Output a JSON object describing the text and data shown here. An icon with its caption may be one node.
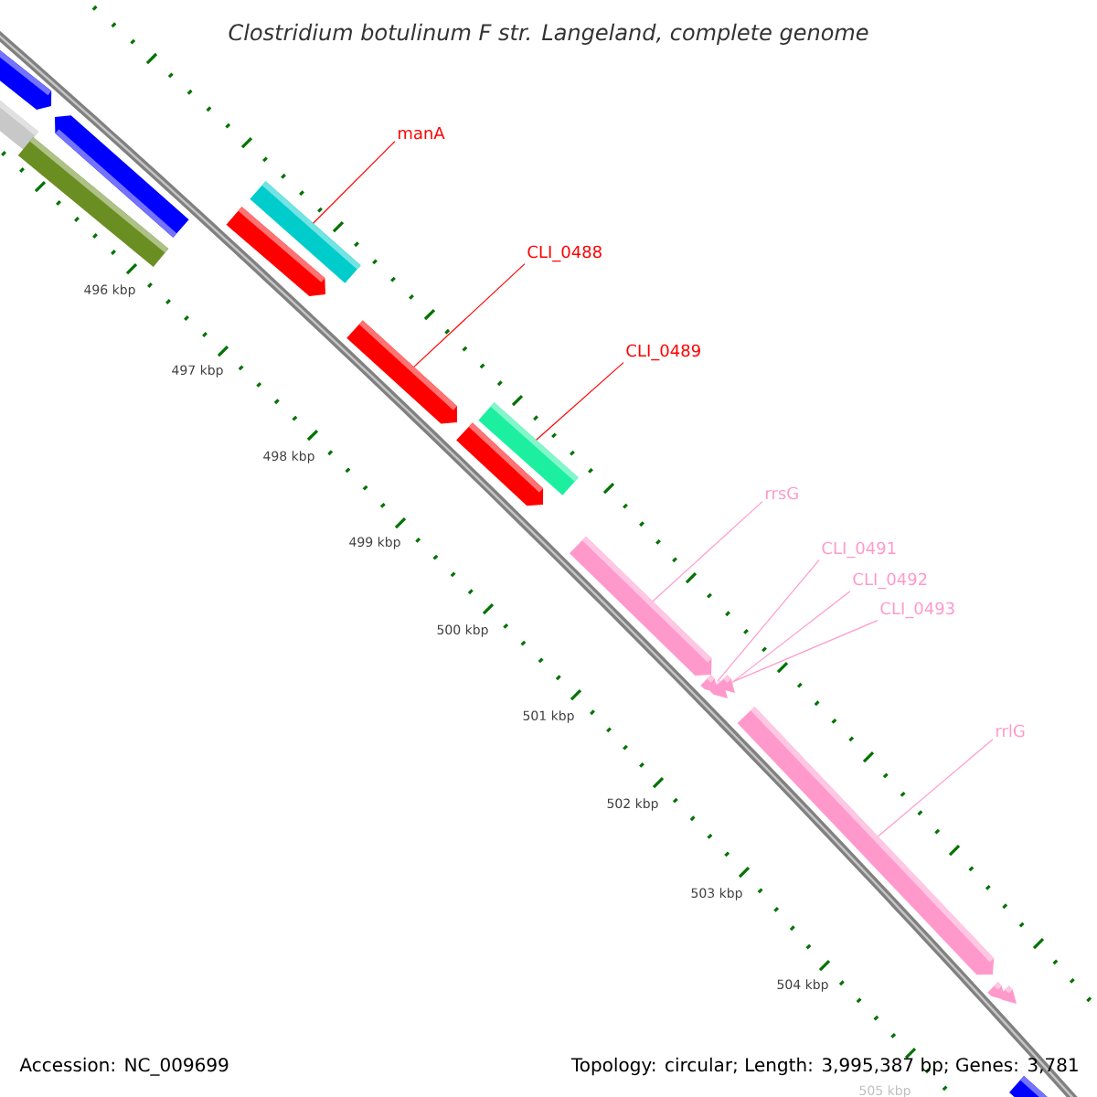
{
  "diagram": {
    "title": "Clostridium botulinum F str. Langeland, complete genome",
    "nodes": [
      {
        "text": [],
        "shape": "bar"
      },
      {
        "text": [],
        "shape": "bar"
      },
      {
        "text": [],
        "shape": "bar"
      },
      {
        "text": [],
        "shape": "bar"
      },
      {
        "text": [],
        "shape": "bar"
      },
      {
        "text": [],
        "shape": "bar"
      },
      {
        "text": [],
        "shape": "bar"
      },
      {
        "text": [],
        "shape": "bar"
      },
      {
        "text": [],
        "shape": "bar"
      },
      {
        "text": [],
        "shape": "bar"
      },
      {
        "text": [],
        "shape": "bar"
      },
      {
        "text": [],
        "shape": "bar"
      },
      {
        "text": [],
        "shape": "bar"
      },
      {
        "text": [],
        "shape": "bar"
      },
      {
        "text": [],
        "shape": "bar"
      },
      {
        "text": [],
        "shape": "bar"
      },
      {
        "text": [],
        "shape": "bar"
      },
      {
        "text": [
          "manA"
        ]
      },
      {
        "text": [
          "CLI_0488"
        ]
      },
      {
        "text": [
          "CLI_0489"
        ]
      },
      {
        "text": [
          "rrsG"
        ]
      },
      {
        "text": [
          "CLI_0491"
        ]
      },
      {
        "text": [
          "CLI_0492"
        ]
      },
      {
        "text": [
          "CLI_0493"
        ]
      },
      {
        "text": [
          "rrlG"
        ]
      }
    ],
    "edges": [
      {
        "from": 17,
        "to": 4,
        "arrow": "none",
        "color": "#ff0000"
      },
      {
        "from": 18,
        "to": 6,
        "arrow": "none",
        "color": "#ff0000"
      },
      {
        "from": 19,
        "to": 7,
        "arrow": "none",
        "color": "#ff0000"
      },
      {
        "from": 20,
        "to": 9,
        "arrow": "none"
      },
      {
        "from": 21,
        "to": 10,
        "arrow": "none"
      },
      {
        "from": 22,
        "to": 11,
        "arrow": "none"
      },
      {
        "from": 23,
        "to": 12,
        "arrow": "none"
      },
      {
        "from": 24,
        "to": 13,
        "arrow": "none"
      }
    ],
    "labels": [
      "496 kbp",
      "497 kbp",
      "498 kbp",
      "499 kbp",
      "500 kbp",
      "501 kbp",
      "502 kbp",
      "503 kbp",
      "504 kbp",
      "505 kbp",
      "Accession: NC_009699",
      "Topology: circular; Length: 3,995,387 bp; Genes: 3,781"
    ]
  }
}
